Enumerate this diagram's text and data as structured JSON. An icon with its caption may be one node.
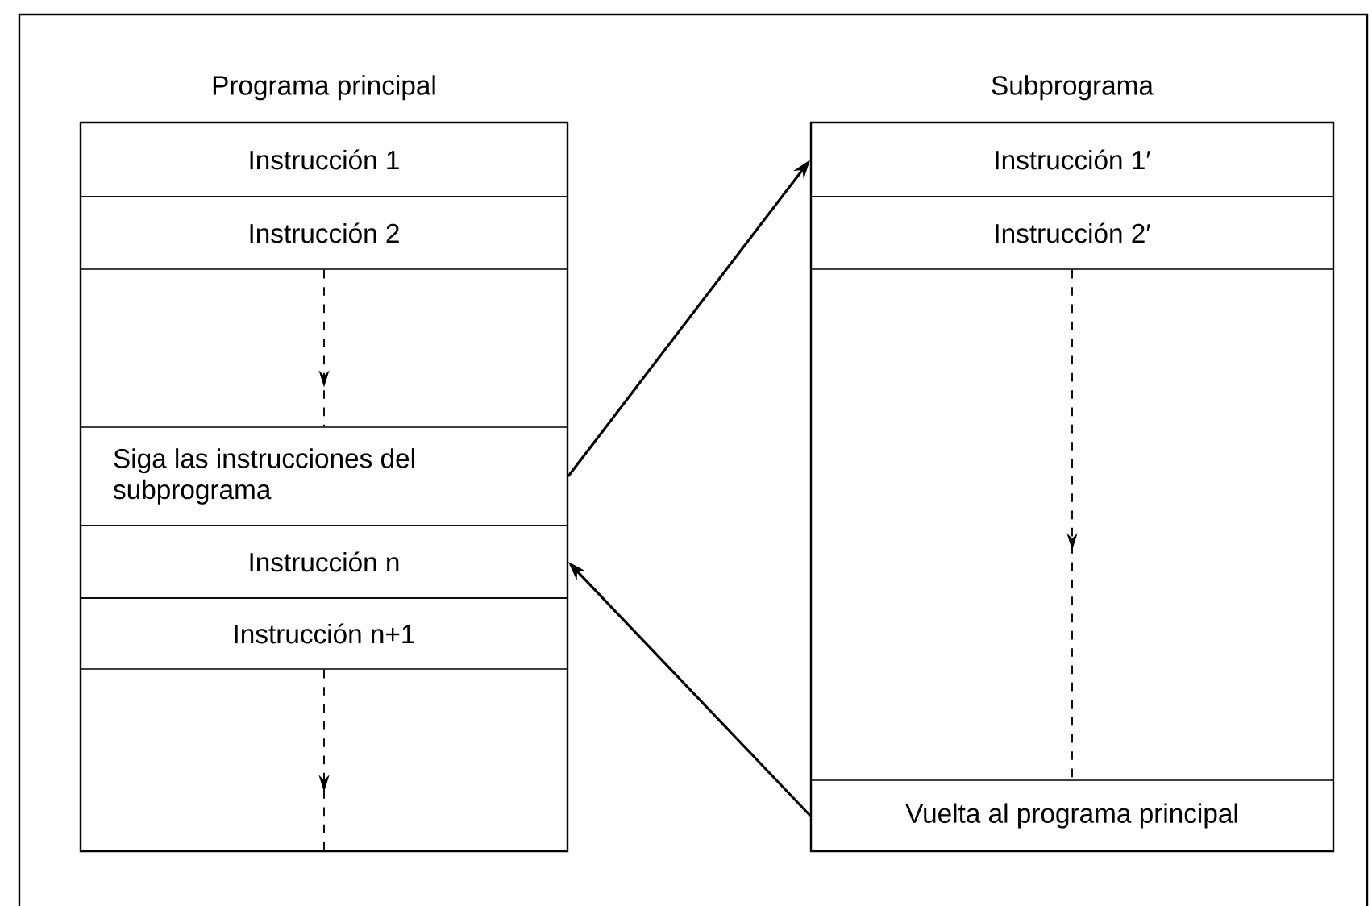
{
  "diagram": {
    "nodes": [
      {
        "text": [
          "Programa principal"
        ]
      },
      {
        "text": [
          "Instrucción 1"
        ],
        "in": 0
      },
      {
        "text": [
          "Instrucción 2"
        ],
        "in": 0
      },
      {
        "text": [
          "Siga las instrucciones del subprograma"
        ],
        "in": 0
      },
      {
        "text": [
          "Instrucción n"
        ],
        "in": 0
      },
      {
        "text": [
          "Instrucción n+1"
        ],
        "in": 0
      },
      {
        "text": [
          "Subprograma"
        ]
      },
      {
        "text": [
          "Instrucción 1′"
        ],
        "in": 6
      },
      {
        "text": [
          "Instrucción 2′"
        ],
        "in": 6
      },
      {
        "text": [
          "Vuelta al programa principal"
        ],
        "in": 6
      }
    ],
    "edges": [
      {
        "from": 2,
        "to": 3,
        "arrow": "to",
        "style": "dashed"
      },
      {
        "from": 5,
        "to": 0,
        "arrow": "to",
        "style": "dashed"
      },
      {
        "from": 8,
        "to": 9,
        "arrow": "to",
        "style": "dashed"
      },
      {
        "from": 3,
        "to": 7,
        "arrow": "to"
      },
      {
        "from": 9,
        "to": 4,
        "arrow": "to"
      }
    ]
  }
}
